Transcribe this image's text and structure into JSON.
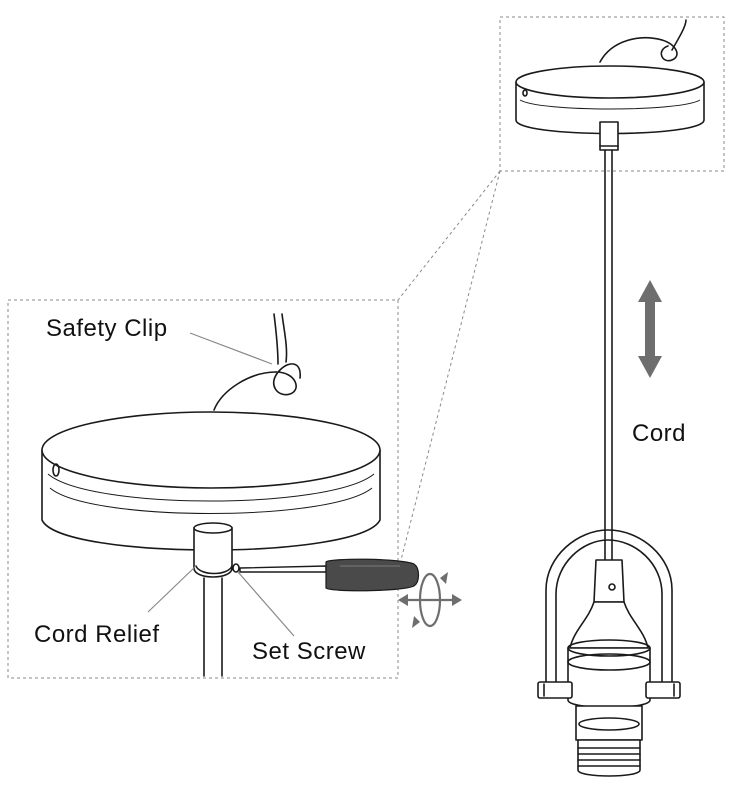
{
  "labels": {
    "safety_clip": "Safety Clip",
    "cord_relief": "Cord Relief",
    "set_screw": "Set Screw",
    "cord": "Cord"
  },
  "colors": {
    "ink": "#1a1a1a",
    "arrow_gray": "#6e6e6e",
    "callout_dash": "#8a8a8a",
    "screwdriver_handle": "#4a4a4a"
  },
  "icons": {
    "adjust_arrow": "vertical-double-arrow-icon",
    "rotate_arrow": "rotate-tighten-icon"
  }
}
